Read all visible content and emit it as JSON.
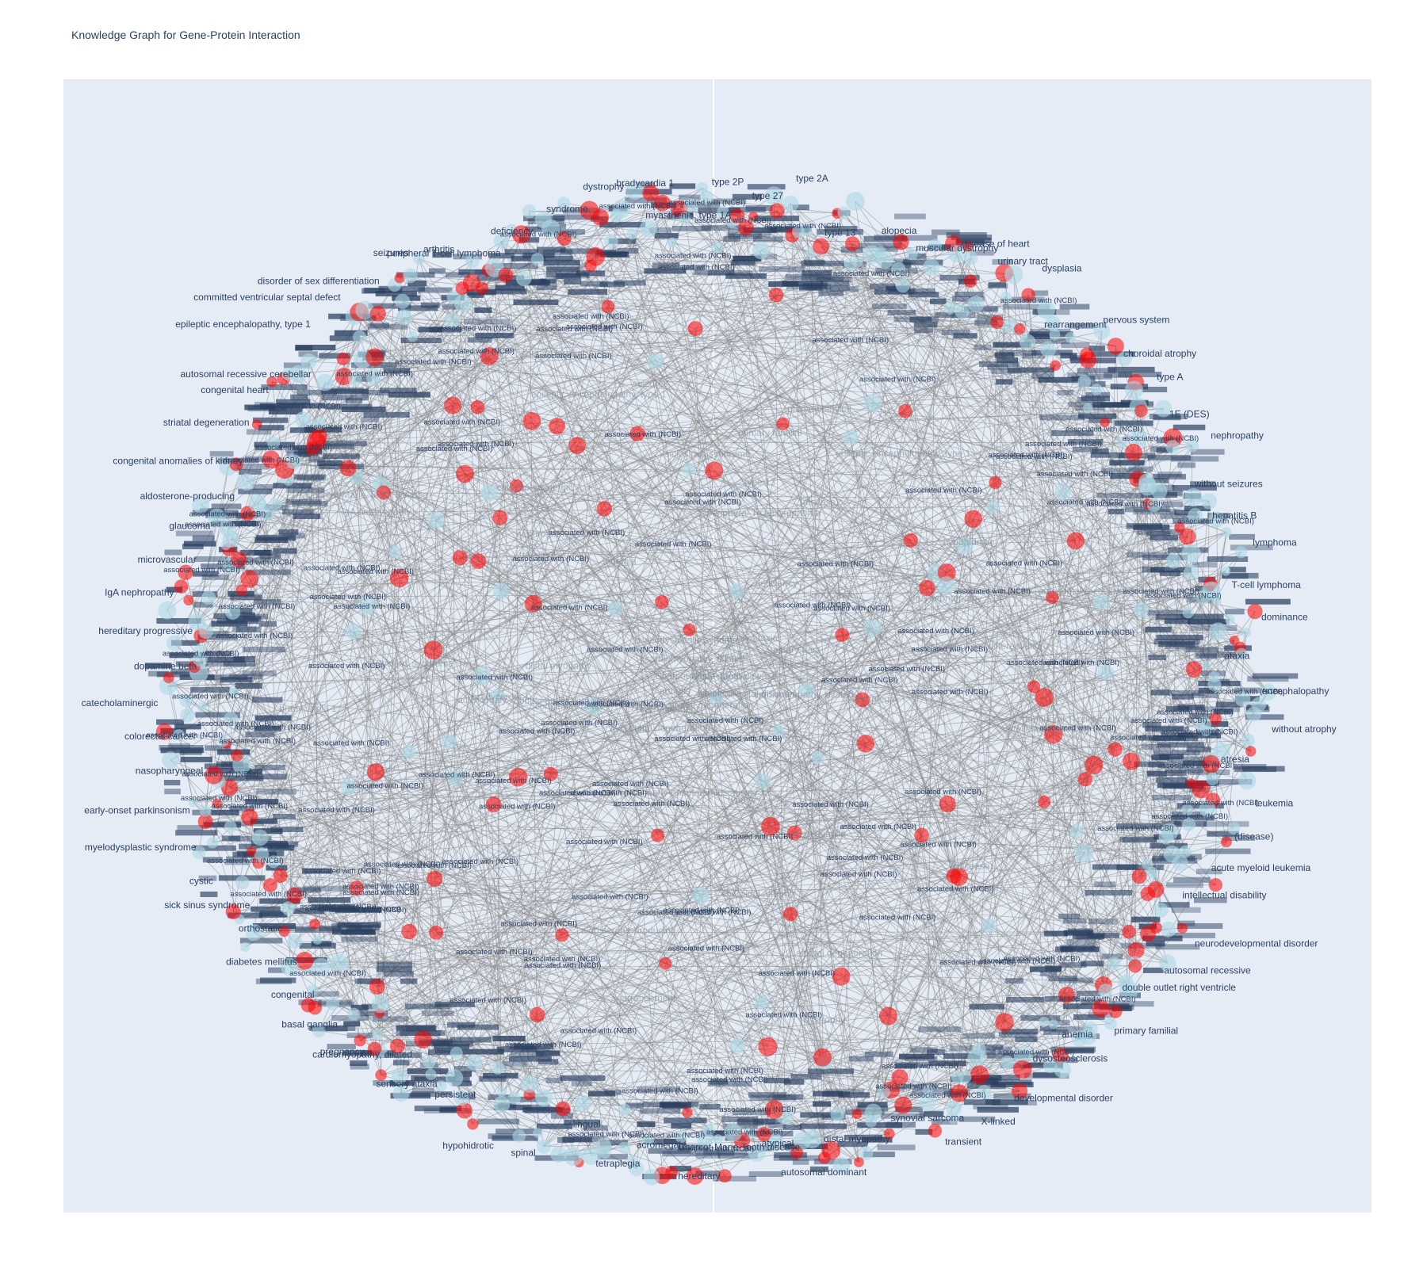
{
  "title": "Knowledge Graph for Gene-Protein Interaction",
  "colors": {
    "plot_bg": "#e5ecf6",
    "edge": "#888888",
    "node_entity": "#add8e6",
    "node_disease": "#ff0000",
    "label_text": "#2a3f5f"
  },
  "edge_label": "associated with (NCBI)",
  "disease_labels": [
    "acute myeloid leukemia",
    "intellectual disability",
    "neurodevelopmental disorder",
    "autosomal recessive",
    "double outlet right ventricle",
    "primary familial",
    "anemia",
    "dysosteosclerosis",
    "developmental disorder",
    "X-linked",
    "transient",
    "synovial sarcoma",
    "distal myopathy",
    "autosomal dominant",
    "atypical",
    "Charcot-Marie-Tooth disease",
    "hereditary",
    "acromegaly",
    "tetraplegia",
    "lingual",
    "spinal",
    "hypohidrotic",
    "persistent",
    "sensory ataxia",
    "cardiomyopathy, dilated",
    "pregnancy",
    "basal ganglia",
    "congenital",
    "diabetes mellitus",
    "orthostatic",
    "sick sinus syndrome",
    "cystic",
    "myelodysplastic syndrome",
    "early-onset parkinsonism",
    "nasopharyngeal",
    "colorectal cancer",
    "catecholaminergic",
    "dopamine beta",
    "hereditary progressive",
    "IgA nephropathy",
    "microvascular",
    "glaucoma",
    "aldosterone-producing",
    "congenital anomalies of kidney",
    "striatal degeneration",
    "congenital heart",
    "autosomal recessive cerebellar",
    "epileptic encephalopathy, type 1",
    "committed ventricular septal defect",
    "disorder of sex differentiation",
    "seizures",
    "arthritis",
    "peripheral T-cell lymphoma",
    "deficiency",
    "syndrome",
    "dystrophy",
    "bradycardia 1",
    "myasthenic, type 1A",
    "type 2P",
    "type 27",
    "type 2A",
    "type 13",
    "alopecia",
    "muscular dystrophy",
    "disease of heart",
    "urinary tract",
    "dysplasia",
    "rearrangement",
    "nervous system",
    "choroidal atrophy",
    "type A",
    "1E (DES)",
    "nephropathy",
    "without seizures",
    "hepatitis B",
    "lymphoma",
    "T-cell lymphoma",
    "dominance",
    "ataxia",
    "encephalopathy",
    "without atrophy",
    "atresia",
    "leukemia",
    "(disease)"
  ]
}
